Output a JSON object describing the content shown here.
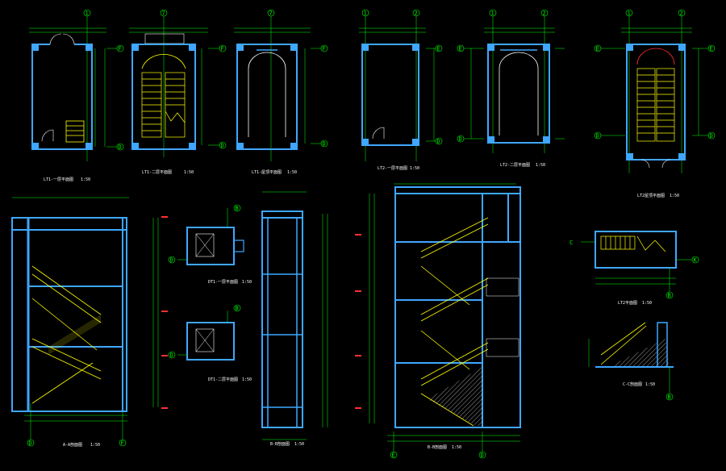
{
  "sheet": {
    "background": "#000000",
    "colors": {
      "wall": "#3fa7ff",
      "stair": "#ffff00",
      "grid": "#00ff00",
      "dim": "#00ff00",
      "text": "#ffffff",
      "accent_red": "#ff3030",
      "door": "#ffffff"
    }
  },
  "plans": [
    {
      "grid_top": "1",
      "grid_right": [
        "F",
        "D"
      ],
      "title": "LT1-一层平面图",
      "scale": "1:50"
    },
    {
      "grid_top": "7",
      "grid_right": [
        "F",
        "D"
      ],
      "title": "LT1-二层平面图",
      "scale": "1:50"
    },
    {
      "grid_top": "7",
      "grid_right": [
        "F",
        "D"
      ],
      "title": "LT1-屋顶平面图",
      "scale": "1:50"
    },
    {
      "grid_top_left": "1",
      "grid_top_right": "2",
      "grid_right": [
        "E",
        "D"
      ],
      "title": "LT2-一层平面图",
      "scale": "1:50"
    },
    {
      "grid_top_left": "1",
      "grid_top_right": "2",
      "grid_left": [
        "E",
        "D"
      ],
      "title": "LT2-二层平面图",
      "scale": "1:50"
    },
    {
      "grid_top_left": "1",
      "grid_top_right": "2",
      "grid_left": [
        "E",
        "D"
      ],
      "grid_right": [
        "E",
        "D"
      ],
      "title": "LT2屋顶平面图",
      "scale": "1:50"
    }
  ],
  "sections": [
    {
      "title": "A-A剖面图",
      "scale": "1:50",
      "grid_bottom": [
        "D",
        "F"
      ]
    },
    {
      "title": "B-B剖面图",
      "scale": "1:50"
    },
    {
      "title": "B-B剖面图",
      "scale": "1:50",
      "grid_bottom": [
        "E",
        "D"
      ]
    }
  ],
  "small_plans": [
    {
      "title": "DT1-一层平面图",
      "scale": "1:50",
      "grid": [
        "D",
        "B"
      ]
    },
    {
      "title": "DT1-二层平面图",
      "scale": "1:50",
      "grid": [
        "D",
        "B"
      ]
    }
  ],
  "details": [
    {
      "title": "LT2平面图",
      "scale": "1:50",
      "grid": [
        "C",
        "K",
        "B"
      ]
    },
    {
      "title": "C-C剖面图",
      "scale": "1:50",
      "grid": [
        "B"
      ]
    }
  ]
}
